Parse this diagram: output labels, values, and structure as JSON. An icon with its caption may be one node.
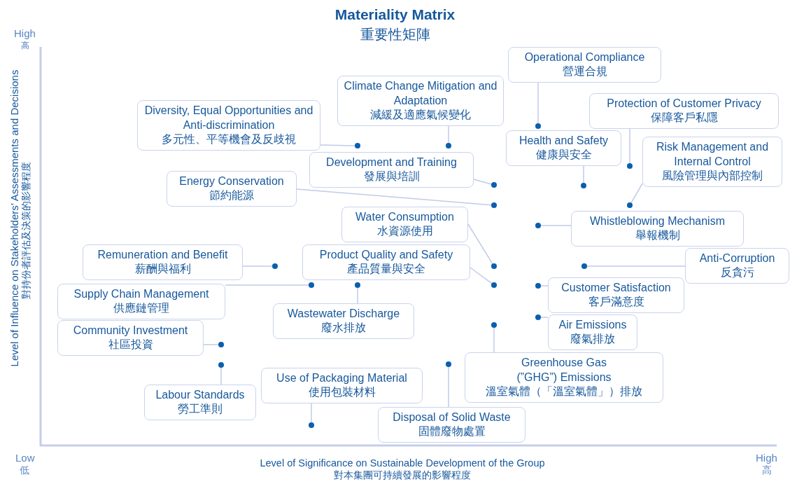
{
  "diagram": {
    "title": "Materiality Matrix",
    "nodes": [
      {
        "text": [
          "Operational Compliance",
          "營運合規"
        ]
      },
      {
        "text": [
          "Climate Change Mitigation and Adaptation",
          "減緩及適應氣候變化"
        ]
      },
      {
        "text": [
          "Diversity, Equal Opportunities and Anti-discrimination",
          "多元性、平等機會及反歧視"
        ]
      },
      {
        "text": [
          "Protection of Customer Privacy",
          "保障客戶私隱"
        ]
      },
      {
        "text": [
          "Health and Safety",
          "健康與安全"
        ]
      },
      {
        "text": [
          "Development and Training",
          "發展與培訓"
        ]
      },
      {
        "text": [
          "Risk Management and Internal Control",
          "風險管理與內部控制"
        ]
      },
      {
        "text": [
          "Energy Conservation",
          "節約能源"
        ]
      },
      {
        "text": [
          "Water Consumption",
          "水資源使用"
        ]
      },
      {
        "text": [
          "Whistleblowing Mechanism",
          "舉報機制"
        ]
      },
      {
        "text": [
          "Remuneration and Benefit",
          "薪酬與福利"
        ]
      },
      {
        "text": [
          "Product Quality and Safety",
          "產品質量與安全"
        ]
      },
      {
        "text": [
          "Anti-Corruption",
          "反貪污"
        ]
      },
      {
        "text": [
          "Supply Chain Management",
          "供應鏈管理"
        ]
      },
      {
        "text": [
          "Wastewater Discharge",
          "廢水排放"
        ]
      },
      {
        "text": [
          "Customer Satisfaction",
          "客戶滿意度"
        ]
      },
      {
        "text": [
          "Community Investment",
          "社區投資"
        ]
      },
      {
        "text": [
          "Air Emissions",
          "廢氣排放"
        ]
      },
      {
        "text": [
          "Greenhouse Gas (”GHG”) Emissions",
          "溫室氣體（「溫室氣體」）排放"
        ]
      },
      {
        "text": [
          "Labour Standards",
          "勞工準則"
        ]
      },
      {
        "text": [
          "Use of Packaging Material",
          "使用包裝材料"
        ]
      },
      {
        "text": [
          "Disposal of Solid Waste",
          "固體廢物處置"
        ]
      },
      {
        "text": [],
        "shape": "circle"
      },
      {
        "text": [],
        "shape": "circle"
      },
      {
        "text": [],
        "shape": "circle"
      },
      {
        "text": [],
        "shape": "circle"
      },
      {
        "text": [],
        "shape": "circle"
      },
      {
        "text": [],
        "shape": "circle"
      },
      {
        "text": [],
        "shape": "circle"
      },
      {
        "text": [],
        "shape": "circle"
      },
      {
        "text": [],
        "shape": "circle"
      },
      {
        "text": [],
        "shape": "circle"
      },
      {
        "text": [],
        "shape": "circle"
      },
      {
        "text": [],
        "shape": "circle"
      },
      {
        "text": [],
        "shape": "circle"
      },
      {
        "text": [],
        "shape": "circle"
      },
      {
        "text": [],
        "shape": "circle"
      },
      {
        "text": [],
        "shape": "circle"
      },
      {
        "text": [],
        "shape": "circle"
      },
      {
        "text": [],
        "shape": "circle"
      },
      {
        "text": [],
        "shape": "circle"
      },
      {
        "text": [],
        "shape": "circle"
      },
      {
        "text": [],
        "shape": "circle"
      },
      {
        "text": [],
        "shape": "circle"
      }
    ],
    "edges": [
      {
        "from": 0,
        "to": 22,
        "arrow": "none"
      },
      {
        "from": 1,
        "to": 24,
        "arrow": "none"
      },
      {
        "from": 2,
        "to": 23,
        "arrow": "none"
      },
      {
        "from": 3,
        "to": 25,
        "arrow": "none"
      },
      {
        "from": 4,
        "to": 27,
        "arrow": "none"
      },
      {
        "from": 5,
        "to": 26,
        "arrow": "none"
      },
      {
        "from": 6,
        "to": 29,
        "arrow": "none"
      },
      {
        "from": 7,
        "to": 28,
        "arrow": "none"
      },
      {
        "from": 8,
        "to": 32,
        "arrow": "none"
      },
      {
        "from": 9,
        "to": 30,
        "arrow": "none"
      },
      {
        "from": 10,
        "to": 31,
        "arrow": "none"
      },
      {
        "from": 11,
        "to": 36,
        "arrow": "none"
      },
      {
        "from": 12,
        "to": 33,
        "arrow": "none"
      },
      {
        "from": 13,
        "to": 34,
        "arrow": "none"
      },
      {
        "from": 14,
        "to": 35,
        "arrow": "none"
      },
      {
        "from": 15,
        "to": 37,
        "arrow": "none"
      },
      {
        "from": 16,
        "to": 40,
        "arrow": "none"
      },
      {
        "from": 17,
        "to": 38,
        "arrow": "none"
      },
      {
        "from": 18,
        "to": 39,
        "arrow": "none"
      },
      {
        "from": 19,
        "to": 42,
        "arrow": "none"
      },
      {
        "from": 20,
        "to": 43,
        "arrow": "none"
      },
      {
        "from": 21,
        "to": 41,
        "arrow": "none"
      }
    ],
    "labels": [
      "重要性矩陣",
      "High",
      "高",
      "Level of Influence on Stakeholders’ Assessments and Decisions",
      "對持份者評估及決策的影響程度",
      "Low",
      "低",
      "Level of Significance on Sustainable Development of the Group",
      "對本集團可持續發展的影響程度",
      "High",
      "高"
    ]
  }
}
